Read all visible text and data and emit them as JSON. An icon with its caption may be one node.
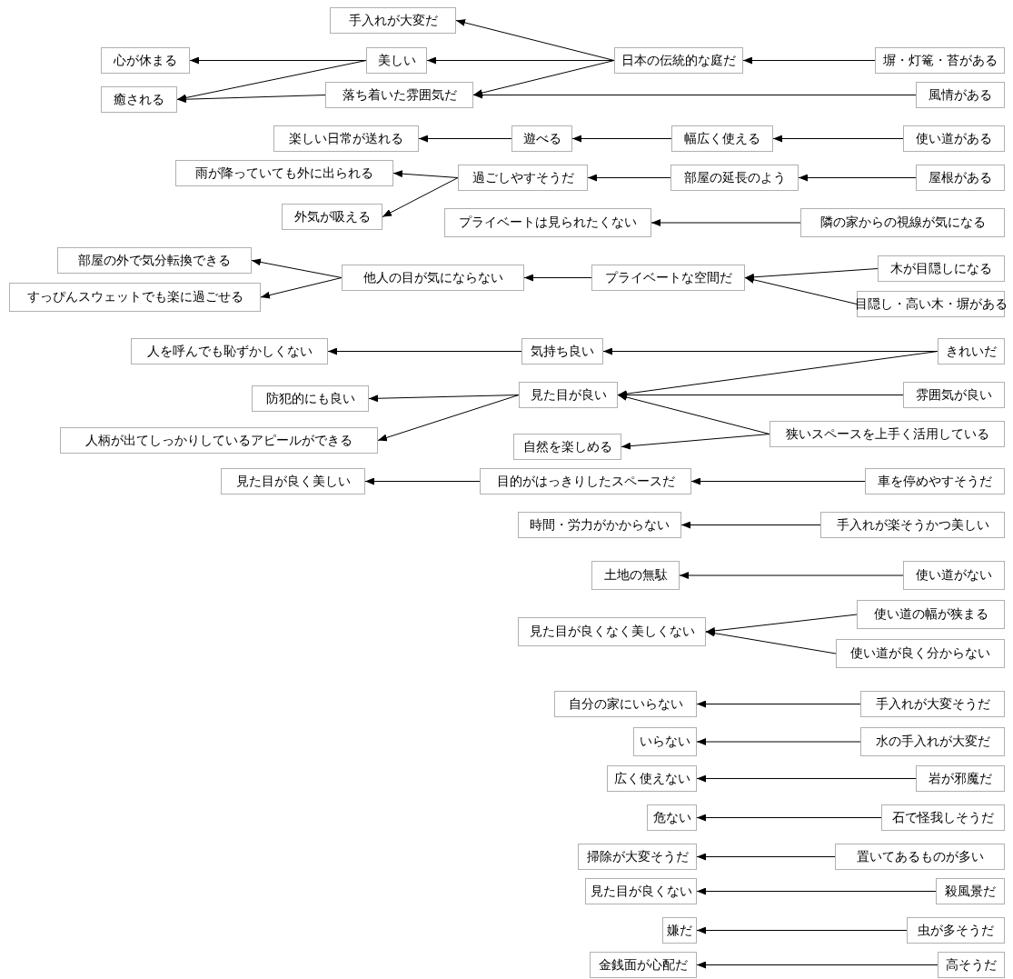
{
  "diagram": {
    "nodes": [
      {
        "text": [
          "手入れが大変だ"
        ]
      },
      {
        "text": [
          "日本の伝統的な庭だ"
        ]
      },
      {
        "text": [
          "塀・灯篭・苔がある"
        ]
      },
      {
        "text": [
          "心が休まる"
        ]
      },
      {
        "text": [
          "美しい"
        ]
      },
      {
        "text": [
          "癒される"
        ]
      },
      {
        "text": [
          "落ち着いた雰囲気だ"
        ]
      },
      {
        "text": [
          "風情がある"
        ]
      },
      {
        "text": [
          "楽しい日常が送れる"
        ]
      },
      {
        "text": [
          "遊べる"
        ]
      },
      {
        "text": [
          "幅広く使える"
        ]
      },
      {
        "text": [
          "使い道がある"
        ]
      },
      {
        "text": [
          "雨が降っていても外に出られる"
        ]
      },
      {
        "text": [
          "過ごしやすそうだ"
        ]
      },
      {
        "text": [
          "部屋の延長のよう"
        ]
      },
      {
        "text": [
          "屋根がある"
        ]
      },
      {
        "text": [
          "外気が吸える"
        ]
      },
      {
        "text": [
          "プライベートは見られたくない"
        ]
      },
      {
        "text": [
          "隣の家からの視線が気になる"
        ]
      },
      {
        "text": [
          "部屋の外で気分転換できる"
        ]
      },
      {
        "text": [
          "他人の目が気にならない"
        ]
      },
      {
        "text": [
          "プライベートな空間だ"
        ]
      },
      {
        "text": [
          "木が目隠しになる"
        ]
      },
      {
        "text": [
          "すっぴんスウェットでも楽に過ごせる"
        ]
      },
      {
        "text": [
          "目隠し・高い木・塀がある"
        ]
      },
      {
        "text": [
          "人を呼んでも恥ずかしくない"
        ]
      },
      {
        "text": [
          "気持ち良い"
        ]
      },
      {
        "text": [
          "きれいだ"
        ]
      },
      {
        "text": [
          "見た目が良い"
        ]
      },
      {
        "text": [
          "防犯的にも良い"
        ]
      },
      {
        "text": [
          "雰囲気が良い"
        ]
      },
      {
        "text": [
          "人柄が出てしっかりしているアピールができる"
        ]
      },
      {
        "text": [
          "自然を楽しめる"
        ]
      },
      {
        "text": [
          "狭いスペースを上手く活用している"
        ]
      },
      {
        "text": [
          "見た目が良く美しい"
        ]
      },
      {
        "text": [
          "目的がはっきりしたスペースだ"
        ]
      },
      {
        "text": [
          "車を停めやすそうだ"
        ]
      },
      {
        "text": [
          "時間・労力がかからない"
        ]
      },
      {
        "text": [
          "手入れが楽そうかつ美しい"
        ]
      },
      {
        "text": [
          "土地の無駄"
        ]
      },
      {
        "text": [
          "使い道がない"
        ]
      },
      {
        "text": [
          "見た目が良くなく美しくない"
        ]
      },
      {
        "text": [
          "使い道の幅が狭まる"
        ]
      },
      {
        "text": [
          "使い道が良く分からない"
        ]
      },
      {
        "text": [
          "自分の家にいらない"
        ]
      },
      {
        "text": [
          "手入れが大変そうだ"
        ]
      },
      {
        "text": [
          "いらない"
        ]
      },
      {
        "text": [
          "水の手入れが大変だ"
        ]
      },
      {
        "text": [
          "広く使えない"
        ]
      },
      {
        "text": [
          "岩が邪魔だ"
        ]
      },
      {
        "text": [
          "危ない"
        ]
      },
      {
        "text": [
          "石で怪我しそうだ"
        ]
      },
      {
        "text": [
          "掃除が大変そうだ"
        ]
      },
      {
        "text": [
          "置いてあるものが多い"
        ]
      },
      {
        "text": [
          "見た目が良くない"
        ]
      },
      {
        "text": [
          "殺風景だ"
        ]
      },
      {
        "text": [
          "嫌だ"
        ]
      },
      {
        "text": [
          "虫が多そうだ"
        ]
      },
      {
        "text": [
          "金銭面が心配だ"
        ]
      },
      {
        "text": [
          "高そうだ"
        ]
      }
    ],
    "edges": [
      {
        "from": 2,
        "to": 1,
        "arrow": "to"
      },
      {
        "from": 1,
        "to": 0,
        "arrow": "to"
      },
      {
        "from": 1,
        "to": 4,
        "arrow": "to"
      },
      {
        "from": 1,
        "to": 6,
        "arrow": "to"
      },
      {
        "from": 4,
        "to": 3,
        "arrow": "to"
      },
      {
        "from": 4,
        "to": 5,
        "arrow": "to"
      },
      {
        "from": 6,
        "to": 5,
        "arrow": "to"
      },
      {
        "from": 7,
        "to": 6,
        "arrow": "to"
      },
      {
        "from": 11,
        "to": 10,
        "arrow": "to"
      },
      {
        "from": 10,
        "to": 9,
        "arrow": "to"
      },
      {
        "from": 9,
        "to": 8,
        "arrow": "to"
      },
      {
        "from": 15,
        "to": 14,
        "arrow": "to"
      },
      {
        "from": 14,
        "to": 13,
        "arrow": "to"
      },
      {
        "from": 13,
        "to": 12,
        "arrow": "to"
      },
      {
        "from": 13,
        "to": 16,
        "arrow": "to"
      },
      {
        "from": 18,
        "to": 17,
        "arrow": "to"
      },
      {
        "from": 22,
        "to": 21,
        "arrow": "to"
      },
      {
        "from": 24,
        "to": 21,
        "arrow": "to"
      },
      {
        "from": 21,
        "to": 20,
        "arrow": "to"
      },
      {
        "from": 20,
        "to": 19,
        "arrow": "to"
      },
      {
        "from": 20,
        "to": 23,
        "arrow": "to"
      },
      {
        "from": 27,
        "to": 26,
        "arrow": "to"
      },
      {
        "from": 26,
        "to": 25,
        "arrow": "to"
      },
      {
        "from": 27,
        "to": 28,
        "arrow": "to"
      },
      {
        "from": 30,
        "to": 28,
        "arrow": "to"
      },
      {
        "from": 33,
        "to": 28,
        "arrow": "to"
      },
      {
        "from": 33,
        "to": 32,
        "arrow": "to"
      },
      {
        "from": 28,
        "to": 29,
        "arrow": "to"
      },
      {
        "from": 28,
        "to": 31,
        "arrow": "to"
      },
      {
        "from": 36,
        "to": 35,
        "arrow": "to"
      },
      {
        "from": 35,
        "to": 34,
        "arrow": "to"
      },
      {
        "from": 38,
        "to": 37,
        "arrow": "to"
      },
      {
        "from": 40,
        "to": 39,
        "arrow": "to"
      },
      {
        "from": 42,
        "to": 41,
        "arrow": "to"
      },
      {
        "from": 43,
        "to": 41,
        "arrow": "to"
      },
      {
        "from": 45,
        "to": 44,
        "arrow": "to"
      },
      {
        "from": 47,
        "to": 46,
        "arrow": "to"
      },
      {
        "from": 49,
        "to": 48,
        "arrow": "to"
      },
      {
        "from": 51,
        "to": 50,
        "arrow": "to"
      },
      {
        "from": 53,
        "to": 52,
        "arrow": "to"
      },
      {
        "from": 55,
        "to": 54,
        "arrow": "to"
      },
      {
        "from": 57,
        "to": 56,
        "arrow": "to"
      },
      {
        "from": 59,
        "to": 58,
        "arrow": "to"
      }
    ]
  }
}
